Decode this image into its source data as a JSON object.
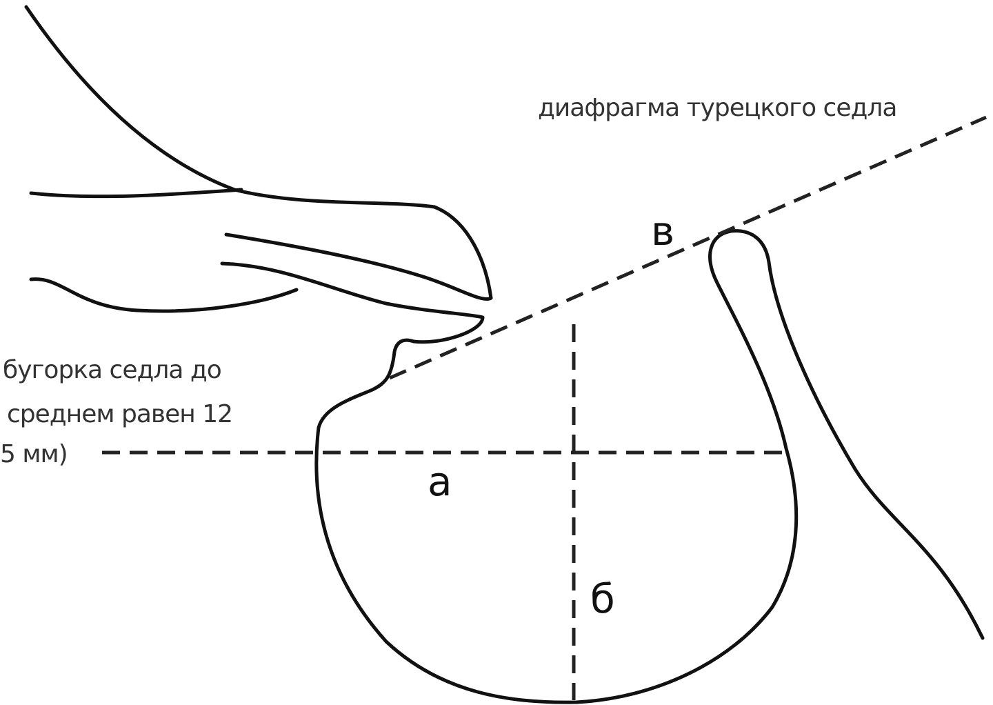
{
  "labels": {
    "diaphragm": "диафрагма турецкого седла",
    "tubercle_line1": "бугорка седла до",
    "tubercle_line2": "среднем равен 12",
    "tubercle_line3": "5 мм)",
    "dimension_a": "а",
    "dimension_b": "б",
    "dimension_v": "в"
  },
  "colors": {
    "line": "#111111",
    "text": "#333333",
    "background": "#ffffff"
  }
}
